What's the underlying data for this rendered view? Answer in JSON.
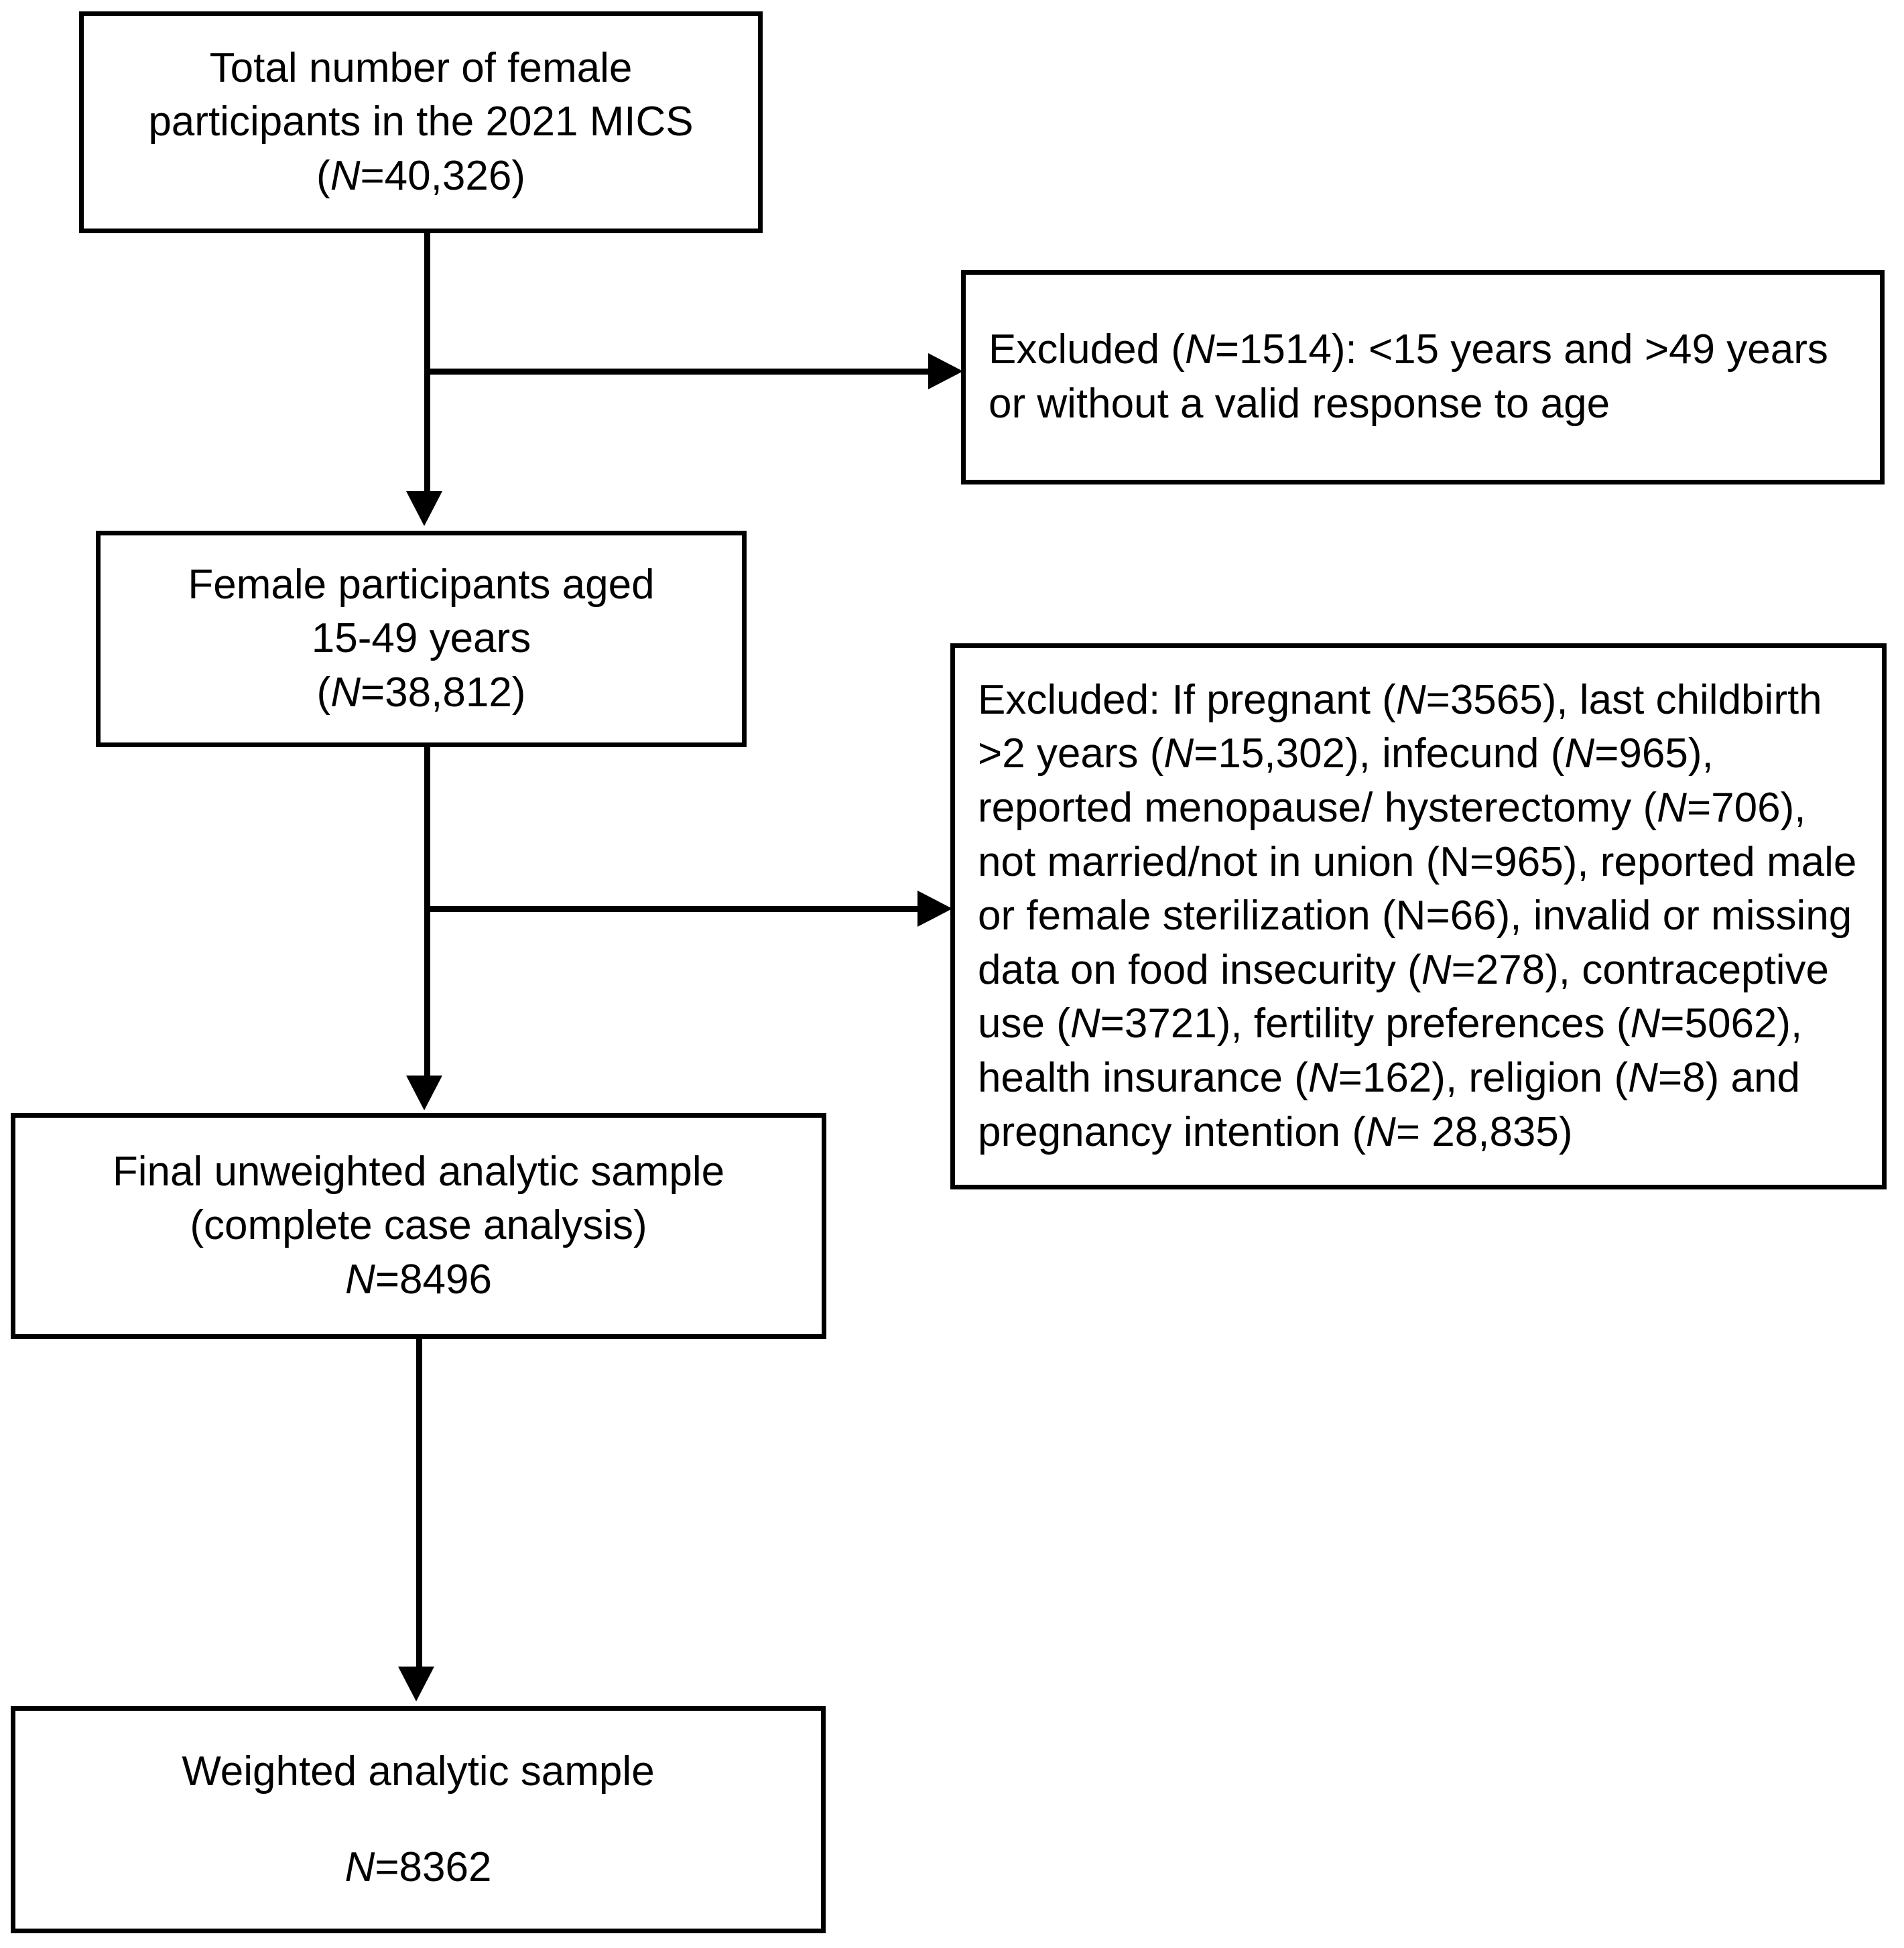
{
  "figure": {
    "type": "flowchart",
    "title": "Participant selection flow diagram",
    "orientation": "top-to-bottom with right-side exclusion boxes",
    "line_color": "#000000",
    "background_color": "#ffffff"
  },
  "boxes": {
    "total_participants": {
      "id": "box-total-participants",
      "lines": [
        "Total number of female",
        "participants in the 2021 MICS"
      ],
      "count_prefix": "(",
      "count_italic": "N",
      "count_suffix": "=40,326)",
      "n_value": "40,326"
    },
    "aged_participants": {
      "id": "box-aged-participants",
      "lines": [
        "Female participants aged",
        "15-49 years"
      ],
      "count_prefix": "(",
      "count_italic": "N",
      "count_suffix": "=38,812)",
      "n_value": "38,812"
    },
    "unweighted_sample": {
      "id": "box-unweighted-sample",
      "lines": [
        "Final unweighted analytic sample",
        "(complete case analysis)"
      ],
      "count_italic": "N",
      "count_suffix": "=8496",
      "n_value": "8496"
    },
    "weighted_sample": {
      "id": "box-weighted-sample",
      "lines": [
        "Weighted analytic sample"
      ],
      "count_italic": "N",
      "count_suffix": "=8362",
      "n_value": "8362"
    }
  },
  "exclusions": {
    "first": {
      "id": "box-exclusion-age",
      "segments": [
        {
          "text": "Excluded (",
          "style": "normal"
        },
        {
          "text": "N",
          "style": "italic"
        },
        {
          "text": "=1514): <15 years and >49 years or without a valid response to age",
          "style": "normal"
        }
      ],
      "plain_text": "Excluded (N=1514): <15 years and >49 years or without a valid response to age",
      "n_value": "1514"
    },
    "second": {
      "id": "box-exclusion-eligibility",
      "segments": [
        {
          "text": "Excluded: If pregnant (",
          "style": "normal"
        },
        {
          "text": "N",
          "style": "italic"
        },
        {
          "text": "=3565), last childbirth >2 years (",
          "style": "normal"
        },
        {
          "text": "N",
          "style": "italic"
        },
        {
          "text": "=15,302), infecund (",
          "style": "normal"
        },
        {
          "text": "N",
          "style": "italic"
        },
        {
          "text": "=965), reported menopause/ hysterectomy (",
          "style": "normal"
        },
        {
          "text": "N",
          "style": "italic"
        },
        {
          "text": "=706), not married/not in union (N=965), reported male or female sterilization (N=66), invalid or missing data on food insecurity (",
          "style": "normal"
        },
        {
          "text": "N",
          "style": "italic"
        },
        {
          "text": "=278), contraceptive use (",
          "style": "normal"
        },
        {
          "text": "N",
          "style": "italic"
        },
        {
          "text": "=3721), fertility preferences (",
          "style": "normal"
        },
        {
          "text": "N",
          "style": "italic"
        },
        {
          "text": "=5062), health insurance (",
          "style": "normal"
        },
        {
          "text": "N",
          "style": "italic"
        },
        {
          "text": "=162), religion (",
          "style": "normal"
        },
        {
          "text": "N",
          "style": "italic"
        },
        {
          "text": "=8) and pregnancy intention (",
          "style": "normal"
        },
        {
          "text": "N",
          "style": "italic"
        },
        {
          "text": "= 28,835)",
          "style": "normal"
        }
      ],
      "plain_text": "Excluded: If pregnant (N=3565), last childbirth >2 years (N=15,302), infecund (N=965), reported menopause/ hysterectomy (N=706), not married/not in union (N=965), reported male or female sterilization (N=66), invalid or missing data on food insecurity (N=278), contraceptive use (N=3721), fertility preferences (N=5062), health insurance (N=162), religion (N=8) and pregnancy intention (N= 28,835)",
      "exclusion_counts": {
        "pregnant": "3565",
        "last_childbirth_over_2_years": "15,302",
        "infecund": "965",
        "menopause_hysterectomy": "706",
        "not_married_not_in_union": "965",
        "male_or_female_sterilization": "66",
        "food_insecurity_missing": "278",
        "contraceptive_use": "3721",
        "fertility_preferences": "5062",
        "health_insurance": "162",
        "religion": "8",
        "pregnancy_intention": "28,835"
      }
    }
  }
}
